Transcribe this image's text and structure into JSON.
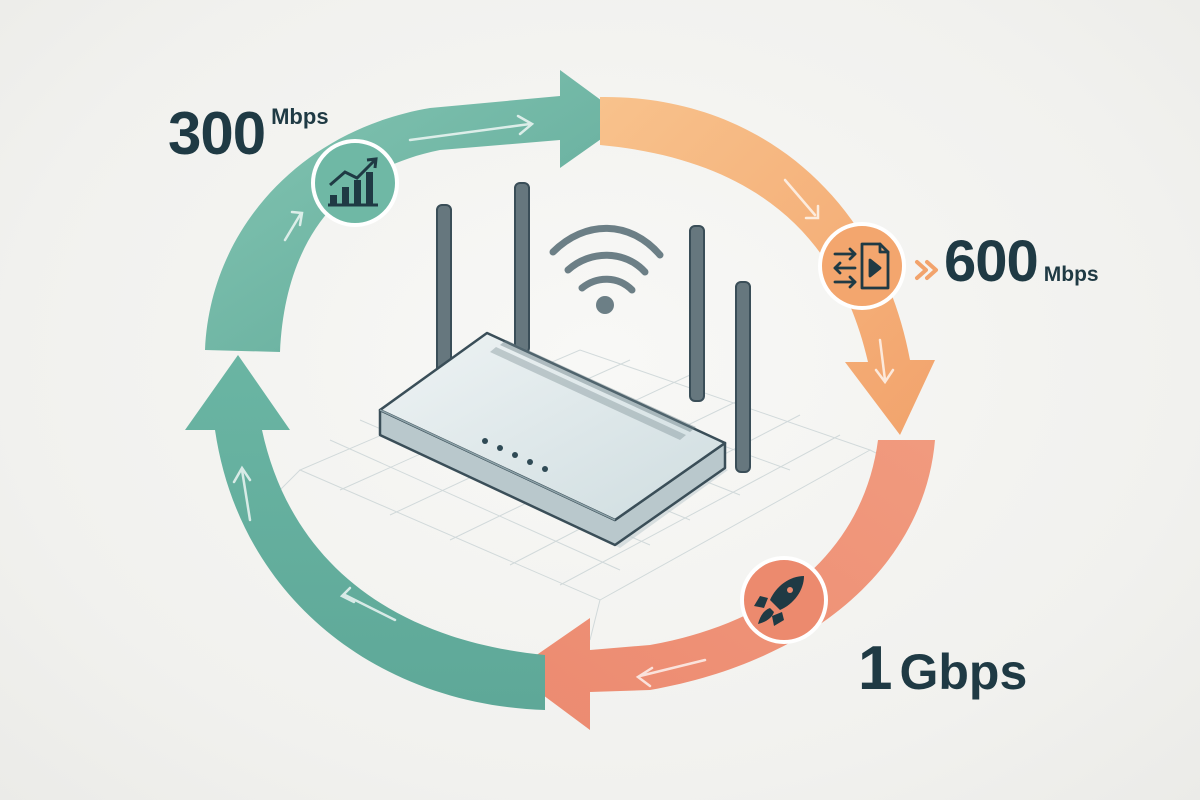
{
  "tiers": [
    {
      "value": "300",
      "unit": "Mbps",
      "icon": "bar-chart-growth-icon",
      "color": "#6fb8a5"
    },
    {
      "value": "600",
      "unit": "Mbps",
      "icon": "file-transfer-icon",
      "color": "#f4b27a"
    },
    {
      "value": "1",
      "unit": "Gbps",
      "icon": "rocket-icon",
      "color": "#ee8a6e"
    }
  ],
  "colors": {
    "teal": "#6fb8a5",
    "teal_dark": "#5ea898",
    "orange": "#f4b27a",
    "coral": "#ee8a6e",
    "text": "#1f3a44",
    "router_body": "#dfe8ea",
    "outline": "#3a4e58"
  },
  "center_icon": "wifi-router-icon",
  "signal_icon": "wifi-signal-icon"
}
